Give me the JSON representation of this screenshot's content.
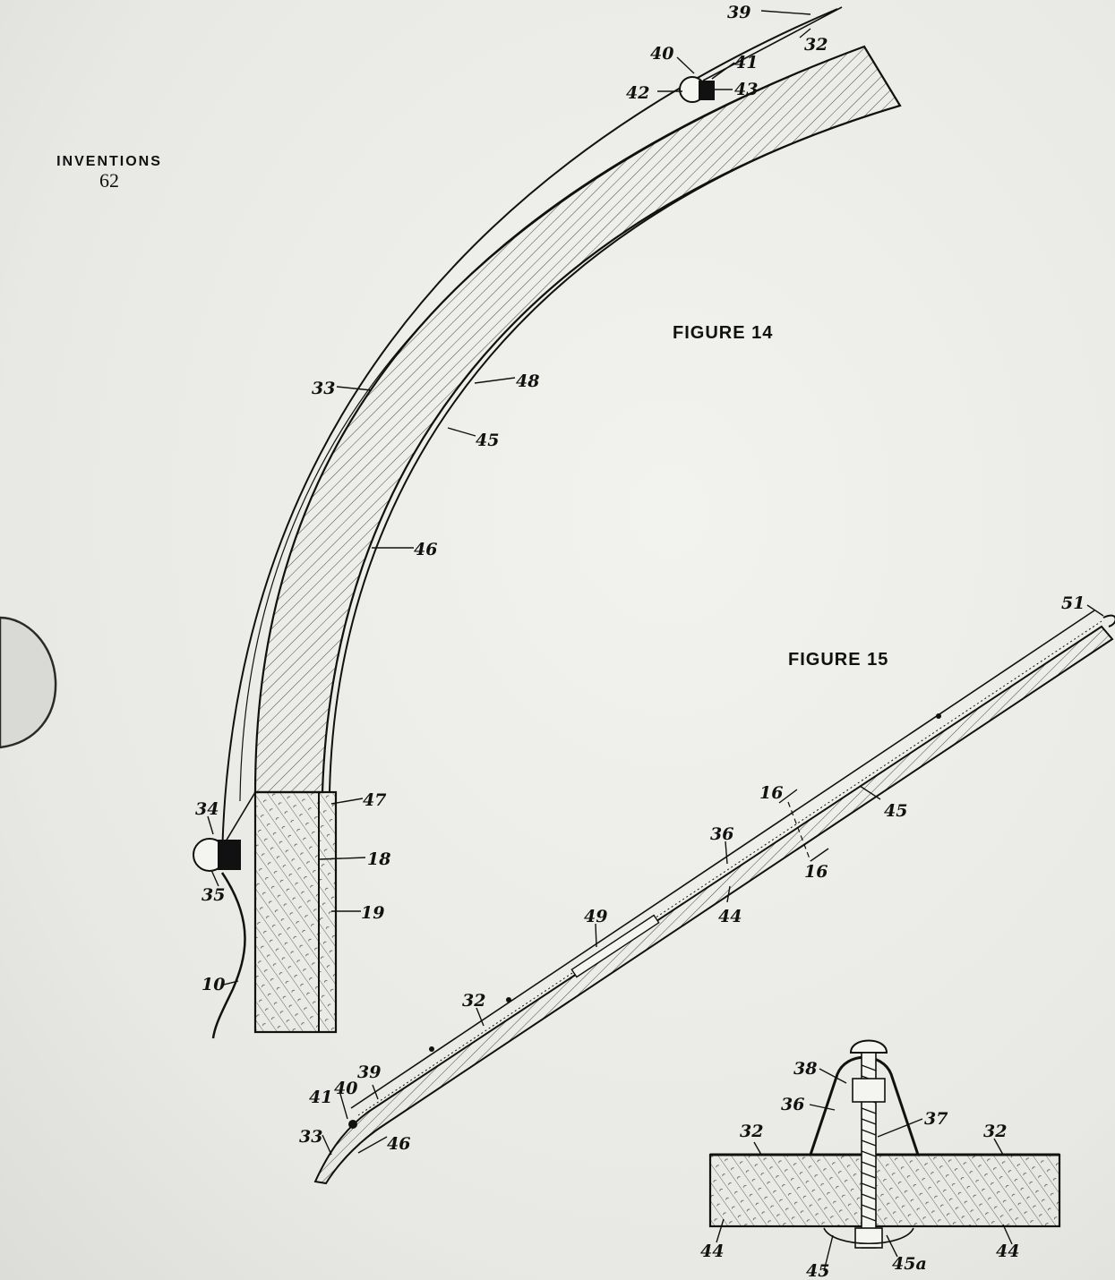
{
  "header": {
    "section": "INVENTIONS",
    "page_number": "62"
  },
  "figure14": {
    "title": "FIGURE 14",
    "labels": [
      "39",
      "32",
      "40",
      "41",
      "42",
      "43",
      "33",
      "48",
      "45",
      "46",
      "47",
      "34",
      "18",
      "35",
      "19",
      "10"
    ]
  },
  "figure15": {
    "title": "FIGURE 15",
    "labels": [
      "51",
      "16",
      "45",
      "36",
      "16",
      "44",
      "49",
      "32",
      "39",
      "40",
      "41",
      "33",
      "46"
    ]
  },
  "figure16": {
    "labels": [
      "38",
      "36",
      "37",
      "32",
      "32",
      "44",
      "45",
      "45a",
      "44"
    ]
  },
  "colors": {
    "ink": "#111111",
    "paper": "#ecece8",
    "thumb": "#d8d8d4"
  }
}
